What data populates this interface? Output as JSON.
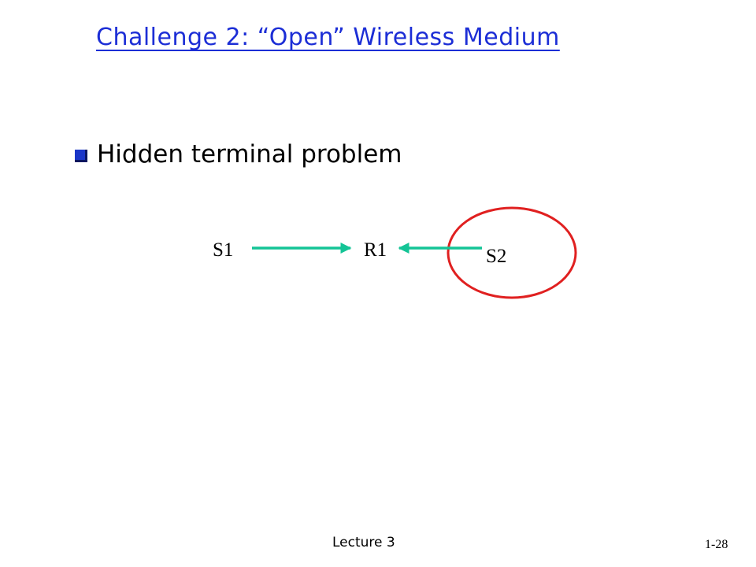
{
  "slide": {
    "title": "Challenge 2: “Open” Wireless Medium",
    "bullet": "Hidden terminal problem"
  },
  "diagram": {
    "nodes": {
      "s1": "S1",
      "r1": "R1",
      "s2": "S2"
    },
    "edges": [
      {
        "from": "S1",
        "to": "R1"
      },
      {
        "from": "S2",
        "to": "R1"
      }
    ]
  },
  "footer": {
    "lecture": "Lecture 3",
    "page": "1-28"
  },
  "colors": {
    "title": "#1c2ed6",
    "arrow": "#14c496",
    "circle": "#e02020",
    "bullet": "#1a36c8"
  },
  "icons": {
    "bullet": "square-bullet-icon"
  }
}
